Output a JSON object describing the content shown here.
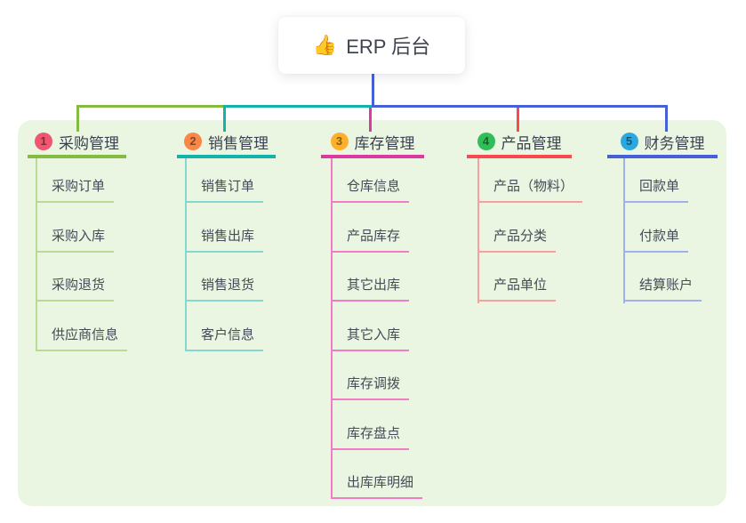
{
  "root": {
    "icon": "👍",
    "label": "ERP 后台"
  },
  "branches": [
    {
      "num": "1",
      "title": "采购管理",
      "badge_color": "#f0566f",
      "line_color": "#86bb41",
      "child_line_color": "#b9db96",
      "children": [
        "采购订单",
        "采购入库",
        "采购退货",
        "供应商信息"
      ]
    },
    {
      "num": "2",
      "title": "销售管理",
      "badge_color": "#fa8748",
      "line_color": "#12b3a8",
      "child_line_color": "#85d8d2",
      "children": [
        "销售订单",
        "销售出库",
        "销售退货",
        "客户信息"
      ]
    },
    {
      "num": "3",
      "title": "库存管理",
      "badge_color": "#ffb02a",
      "line_color": "#dc3aa0",
      "child_line_color": "#f07cc6",
      "children": [
        "仓库信息",
        "产品库存",
        "其它出库",
        "其它入库",
        "库存调拨",
        "库存盘点",
        "出库库明细"
      ]
    },
    {
      "num": "4",
      "title": "产品管理",
      "badge_color": "#2fbe58",
      "line_color": "#f8494c",
      "child_line_color": "#fa9fa0",
      "children": [
        "产品（物料）",
        "产品分类",
        "产品单位"
      ]
    },
    {
      "num": "5",
      "title": "财务管理",
      "badge_color": "#2ba8e0",
      "line_color": "#4660d8",
      "child_line_color": "#9fb1ec",
      "children": [
        "回款单",
        "付款单",
        "结算账户"
      ]
    }
  ],
  "colors": {
    "panel_bg": "#eaf6e2",
    "root_connector": "#4660d8",
    "heading_text": "#3b4150",
    "child_text": "#454b57"
  }
}
